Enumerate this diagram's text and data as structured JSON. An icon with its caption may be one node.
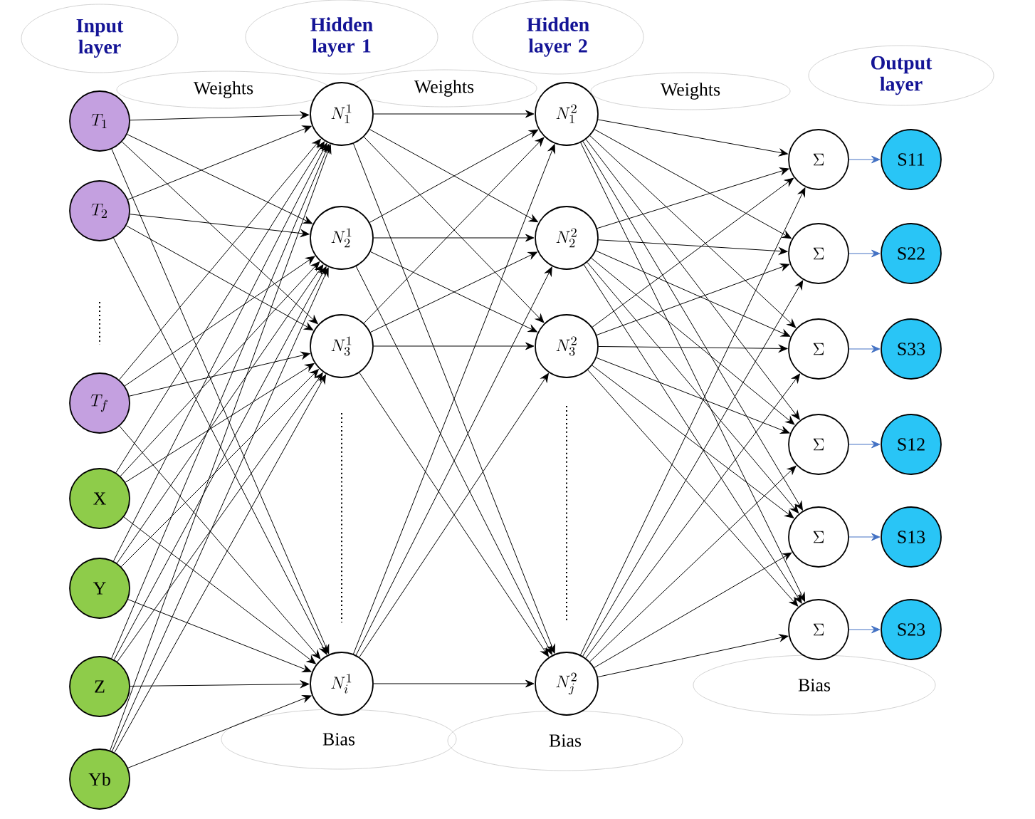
{
  "diagram": {
    "nodes": [
      {
        "text": [
          "T_{1}"
        ]
      },
      {
        "text": [
          "T_{2}"
        ]
      },
      {
        "text": [
          "T_{f}"
        ]
      },
      {
        "text": [
          "X"
        ]
      },
      {
        "text": [
          "Y"
        ]
      },
      {
        "text": [
          "Z"
        ]
      },
      {
        "text": [
          "Yb"
        ]
      },
      {
        "text": [
          "N_{1}^{1}"
        ]
      },
      {
        "text": [
          "N_{2}^{1}"
        ]
      },
      {
        "text": [
          "N_{3}^{1}"
        ]
      },
      {
        "text": [
          "N_{i}^{1}"
        ]
      },
      {
        "text": [
          "N_{1}^{2}"
        ]
      },
      {
        "text": [
          "N_{2}^{2}"
        ]
      },
      {
        "text": [
          "N_{3}^{2}"
        ]
      },
      {
        "text": [
          "N_{j}^{2}"
        ]
      },
      {
        "text": [
          "\\Sigma"
        ]
      },
      {
        "text": [
          "\\Sigma"
        ]
      },
      {
        "text": [
          "\\Sigma"
        ]
      },
      {
        "text": [
          "\\Sigma"
        ]
      },
      {
        "text": [
          "\\Sigma"
        ]
      },
      {
        "text": [
          "\\Sigma"
        ]
      },
      {
        "text": [
          "S11"
        ]
      },
      {
        "text": [
          "S22"
        ]
      },
      {
        "text": [
          "S33"
        ]
      },
      {
        "text": [
          "S12"
        ]
      },
      {
        "text": [
          "S13"
        ]
      },
      {
        "text": [
          "S23"
        ]
      },
      {
        "text": [
          "Input layer"
        ]
      },
      {
        "text": [
          "Hidden layer 1"
        ]
      },
      {
        "text": [
          "Hidden layer 2"
        ]
      },
      {
        "text": [
          "Output layer"
        ]
      },
      {
        "text": [
          "Weights"
        ]
      },
      {
        "text": [
          "Weights"
        ]
      },
      {
        "text": [
          "Weights"
        ]
      },
      {
        "text": [
          "Bias"
        ]
      },
      {
        "text": [
          "Bias"
        ]
      },
      {
        "text": [
          "Bias"
        ]
      }
    ],
    "edges": [
      {
        "from": 0,
        "to": 7,
        "arrow": "to"
      },
      {
        "from": 0,
        "to": 8,
        "arrow": "to"
      },
      {
        "from": 0,
        "to": 9,
        "arrow": "to"
      },
      {
        "from": 0,
        "to": 10,
        "arrow": "to"
      },
      {
        "from": 1,
        "to": 7,
        "arrow": "to"
      },
      {
        "from": 1,
        "to": 8,
        "arrow": "to"
      },
      {
        "from": 1,
        "to": 9,
        "arrow": "to"
      },
      {
        "from": 1,
        "to": 10,
        "arrow": "to"
      },
      {
        "from": 2,
        "to": 7,
        "arrow": "to"
      },
      {
        "from": 2,
        "to": 8,
        "arrow": "to"
      },
      {
        "from": 2,
        "to": 9,
        "arrow": "to"
      },
      {
        "from": 2,
        "to": 10,
        "arrow": "to"
      },
      {
        "from": 3,
        "to": 7,
        "arrow": "to"
      },
      {
        "from": 3,
        "to": 8,
        "arrow": "to"
      },
      {
        "from": 3,
        "to": 9,
        "arrow": "to"
      },
      {
        "from": 3,
        "to": 10,
        "arrow": "to"
      },
      {
        "from": 4,
        "to": 7,
        "arrow": "to"
      },
      {
        "from": 4,
        "to": 8,
        "arrow": "to"
      },
      {
        "from": 4,
        "to": 9,
        "arrow": "to"
      },
      {
        "from": 4,
        "to": 10,
        "arrow": "to"
      },
      {
        "from": 5,
        "to": 7,
        "arrow": "to"
      },
      {
        "from": 5,
        "to": 8,
        "arrow": "to"
      },
      {
        "from": 5,
        "to": 9,
        "arrow": "to"
      },
      {
        "from": 5,
        "to": 10,
        "arrow": "to"
      },
      {
        "from": 6,
        "to": 7,
        "arrow": "to"
      },
      {
        "from": 6,
        "to": 8,
        "arrow": "to"
      },
      {
        "from": 6,
        "to": 9,
        "arrow": "to"
      },
      {
        "from": 6,
        "to": 10,
        "arrow": "to"
      },
      {
        "from": 7,
        "to": 11,
        "arrow": "to"
      },
      {
        "from": 7,
        "to": 12,
        "arrow": "to"
      },
      {
        "from": 7,
        "to": 13,
        "arrow": "to"
      },
      {
        "from": 7,
        "to": 14,
        "arrow": "to"
      },
      {
        "from": 8,
        "to": 11,
        "arrow": "to"
      },
      {
        "from": 8,
        "to": 12,
        "arrow": "to"
      },
      {
        "from": 8,
        "to": 13,
        "arrow": "to"
      },
      {
        "from": 8,
        "to": 14,
        "arrow": "to"
      },
      {
        "from": 9,
        "to": 11,
        "arrow": "to"
      },
      {
        "from": 9,
        "to": 12,
        "arrow": "to"
      },
      {
        "from": 9,
        "to": 13,
        "arrow": "to"
      },
      {
        "from": 9,
        "to": 14,
        "arrow": "to"
      },
      {
        "from": 10,
        "to": 11,
        "arrow": "to"
      },
      {
        "from": 10,
        "to": 12,
        "arrow": "to"
      },
      {
        "from": 10,
        "to": 13,
        "arrow": "to"
      },
      {
        "from": 10,
        "to": 14,
        "arrow": "to"
      },
      {
        "from": 11,
        "to": 15,
        "arrow": "to"
      },
      {
        "from": 11,
        "to": 16,
        "arrow": "to"
      },
      {
        "from": 11,
        "to": 17,
        "arrow": "to"
      },
      {
        "from": 11,
        "to": 18,
        "arrow": "to"
      },
      {
        "from": 11,
        "to": 19,
        "arrow": "to"
      },
      {
        "from": 11,
        "to": 20,
        "arrow": "to"
      },
      {
        "from": 12,
        "to": 15,
        "arrow": "to"
      },
      {
        "from": 12,
        "to": 16,
        "arrow": "to"
      },
      {
        "from": 12,
        "to": 17,
        "arrow": "to"
      },
      {
        "from": 12,
        "to": 18,
        "arrow": "to"
      },
      {
        "from": 12,
        "to": 19,
        "arrow": "to"
      },
      {
        "from": 12,
        "to": 20,
        "arrow": "to"
      },
      {
        "from": 13,
        "to": 15,
        "arrow": "to"
      },
      {
        "from": 13,
        "to": 16,
        "arrow": "to"
      },
      {
        "from": 13,
        "to": 17,
        "arrow": "to"
      },
      {
        "from": 13,
        "to": 18,
        "arrow": "to"
      },
      {
        "from": 13,
        "to": 19,
        "arrow": "to"
      },
      {
        "from": 13,
        "to": 20,
        "arrow": "to"
      },
      {
        "from": 14,
        "to": 15,
        "arrow": "to"
      },
      {
        "from": 14,
        "to": 16,
        "arrow": "to"
      },
      {
        "from": 14,
        "to": 17,
        "arrow": "to"
      },
      {
        "from": 14,
        "to": 18,
        "arrow": "to"
      },
      {
        "from": 14,
        "to": 19,
        "arrow": "to"
      },
      {
        "from": 14,
        "to": 20,
        "arrow": "to"
      },
      {
        "from": 15,
        "to": 21,
        "arrow": "to",
        "color": "#4472c4"
      },
      {
        "from": 16,
        "to": 22,
        "arrow": "to",
        "color": "#4472c4"
      },
      {
        "from": 17,
        "to": 23,
        "arrow": "to",
        "color": "#4472c4"
      },
      {
        "from": 18,
        "to": 24,
        "arrow": "to",
        "color": "#4472c4"
      },
      {
        "from": 19,
        "to": 25,
        "arrow": "to",
        "color": "#4472c4"
      },
      {
        "from": 20,
        "to": 26,
        "arrow": "to",
        "color": "#4472c4"
      }
    ]
  }
}
